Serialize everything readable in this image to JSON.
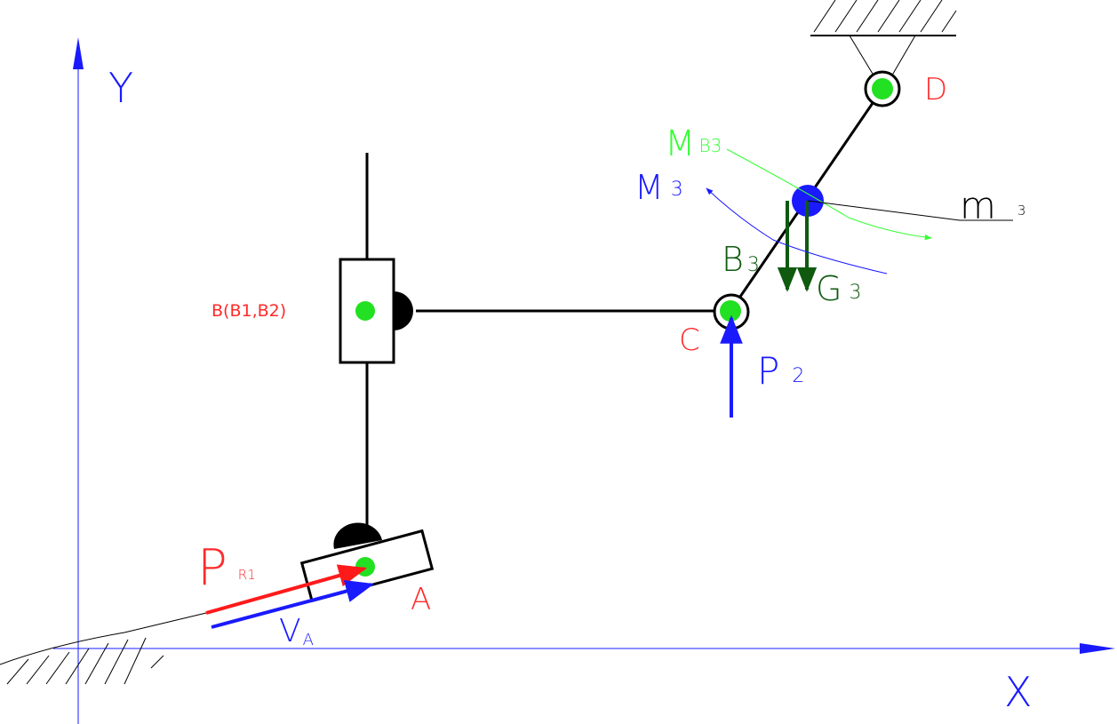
{
  "colors": {
    "background": "#ffffff",
    "axis": "#1a1aff",
    "link": "#000000",
    "label_red": "#ff2a2a",
    "label_green": "#33ff33",
    "label_blue": "#1a1aff",
    "label_darkgreen": "#0f5a0f",
    "joint_green": "#22e022",
    "joint_blue": "#1a1aff",
    "force_red": "#ff1a1a",
    "force_blue": "#1a1aff",
    "weight_green": "#0f5a0f",
    "moment_green": "#33ff33"
  },
  "axes": {
    "x_label": "X",
    "y_label": "Y"
  },
  "points": {
    "A": "A",
    "B": "B(B1,B2)",
    "C": "C",
    "D": "D"
  },
  "labels": {
    "PR1_main": "P",
    "PR1_sub": "R1",
    "VA_main": "V",
    "VA_sub": "A",
    "MB3_main": "M",
    "MB3_sub": "B3",
    "M3_main": "M",
    "M3_sub": "3",
    "m3_main": "m",
    "m3_sub": "3",
    "B3_main": "B",
    "B3_sub": "3",
    "G3_main": "G",
    "G3_sub": "3",
    "P2_main": "P",
    "P2_sub": "2"
  }
}
